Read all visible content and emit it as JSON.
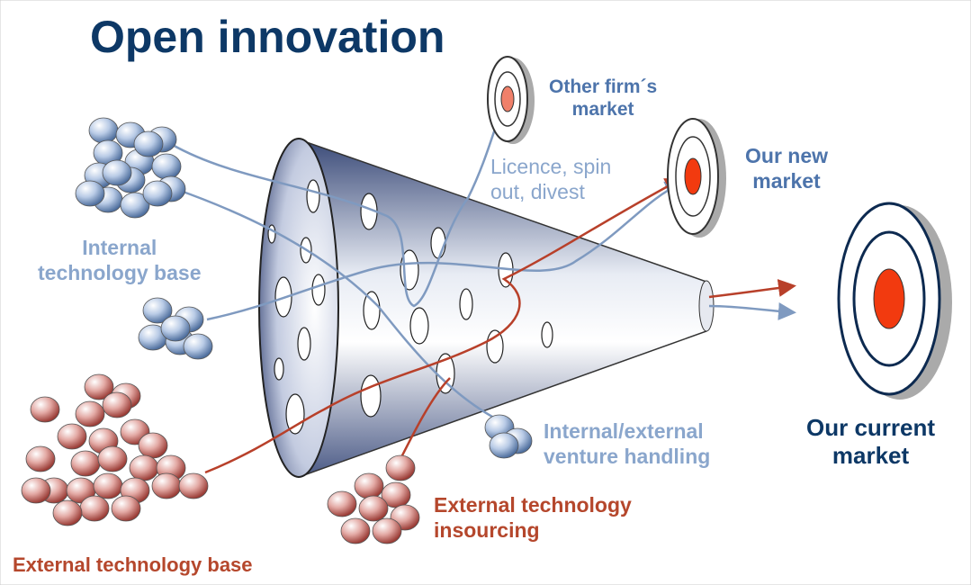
{
  "title": "Open innovation",
  "labels": {
    "internal_base": [
      "Internal",
      "technology base"
    ],
    "external_base": "External technology base",
    "insourcing": [
      "External technology",
      "insourcing"
    ],
    "venture": [
      "Internal/external",
      "venture handling"
    ],
    "licence": [
      "Licence, spin",
      "out, divest"
    ],
    "other_market": [
      "Other firm´s",
      "market"
    ],
    "new_market": [
      "Our new",
      "market"
    ],
    "current_market": [
      "Our current",
      "market"
    ]
  },
  "colors": {
    "title": "#0d3866",
    "blue_label": "#4d74ab",
    "light_blue": "#8aa6cc",
    "red_label": "#b5472c",
    "target_red": "#f23a0f",
    "arrow_red": "#b8402a",
    "arrow_blue": "#7f9ac0"
  }
}
